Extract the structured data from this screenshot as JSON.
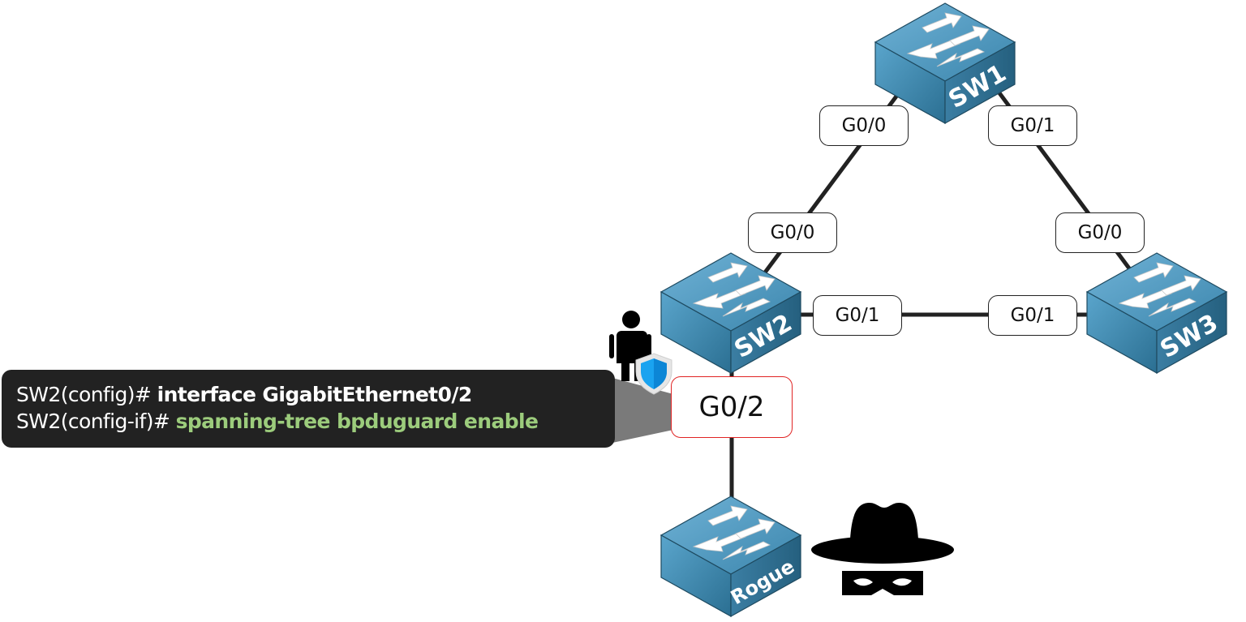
{
  "diagram": {
    "title": "BPDU Guard on SW2 G0/2",
    "devices": [
      {
        "id": "sw1",
        "label": "SW1",
        "type": "switch"
      },
      {
        "id": "sw2",
        "label": "SW2",
        "type": "switch"
      },
      {
        "id": "sw3",
        "label": "SW3",
        "type": "switch"
      },
      {
        "id": "rogue",
        "label": "Rogue",
        "type": "switch"
      }
    ],
    "links": [
      {
        "from": "sw1",
        "from_port": "G0/0",
        "to": "sw2",
        "to_port": "G0/0"
      },
      {
        "from": "sw1",
        "from_port": "G0/1",
        "to": "sw3",
        "to_port": "G0/0"
      },
      {
        "from": "sw2",
        "from_port": "G0/1",
        "to": "sw3",
        "to_port": "G0/1"
      },
      {
        "from": "sw2",
        "from_port": "G0/2",
        "to": "rogue",
        "to_port": ""
      }
    ],
    "port_labels": {
      "sw1_g00": "G0/0",
      "sw1_g01": "G0/1",
      "sw2_g00": "G0/0",
      "sw3_g00": "G0/0",
      "sw2_g01": "G0/1",
      "sw3_g01": "G0/1",
      "sw2_g02": "G0/2"
    },
    "highlight_color": "#e02424",
    "switch_color": "#3f86aa",
    "cli": {
      "line1_prompt": "SW2(config)# ",
      "line1_cmd": "interface GigabitEthernet0/2",
      "line2_prompt": "SW2(config-if)# ",
      "line2_cmd": "spanning-tree bpduguard enable",
      "cmd_highlight_color": "#9ccc7c"
    },
    "icons": {
      "admin": "admin-shield-icon",
      "attacker": "hacker-hat-mask-icon"
    }
  }
}
